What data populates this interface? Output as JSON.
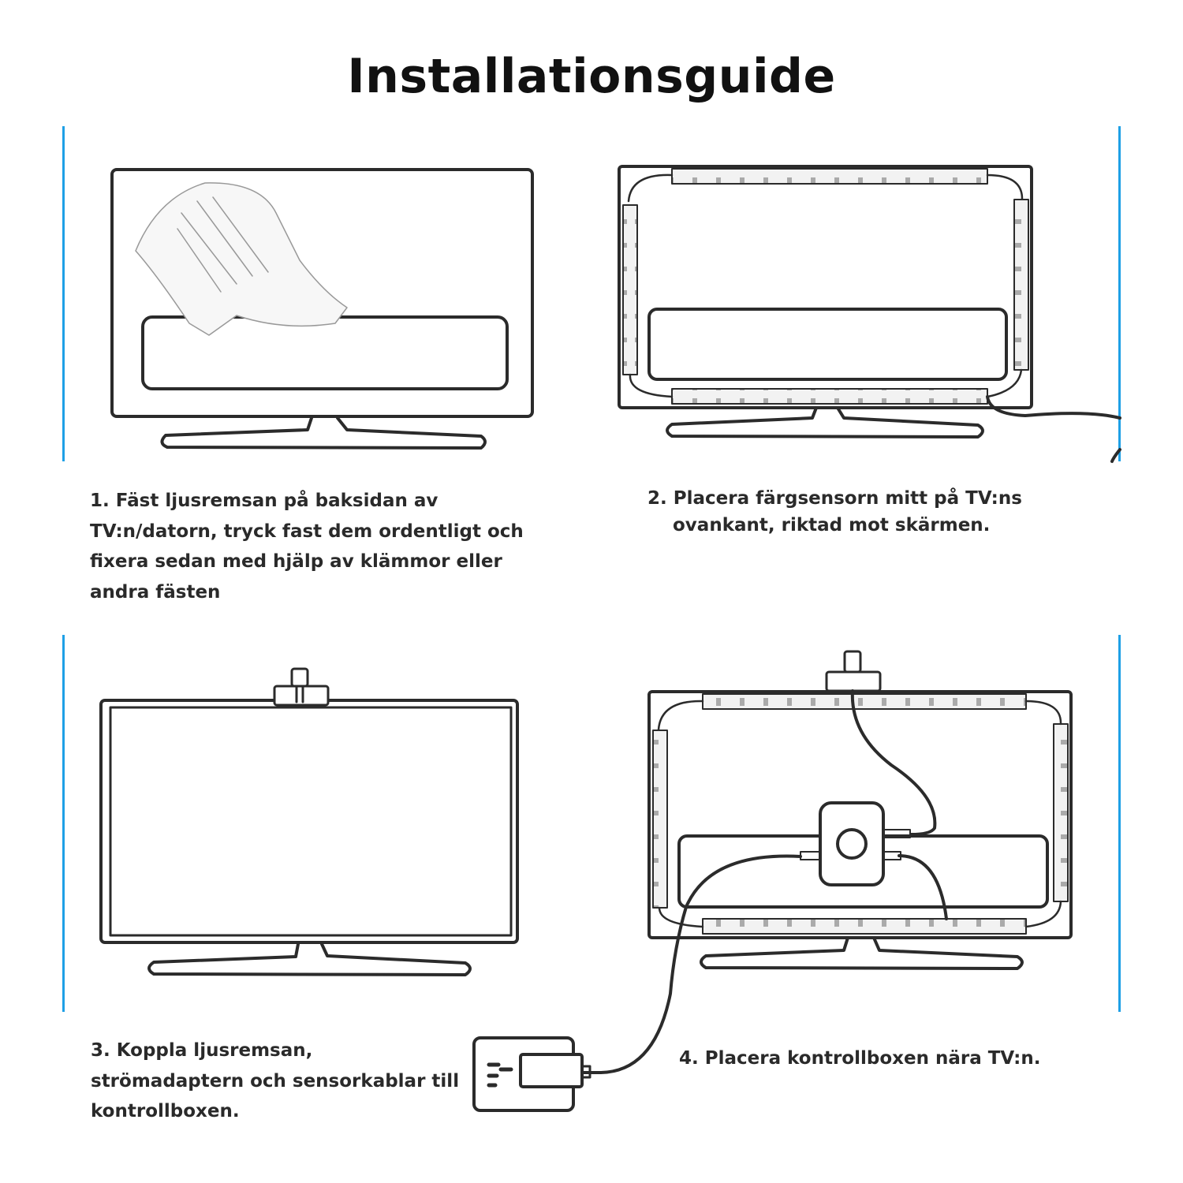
{
  "title": "Installationsguide",
  "steps": [
    {
      "text": "1. Fäst ljusremsan på baksidan av TV:n/datorn, tryck fast dem ordentligt och fixera sedan med hjälp av klämmor eller andra fästen"
    },
    {
      "line1": "2. Placera färgsensorn mitt på TV:ns",
      "line2": "ovankant, riktad mot skärmen."
    },
    {
      "text": "3. Koppla ljusremsan, strömadaptern och sensorkablar till kontrollboxen."
    },
    {
      "text": "4. Placera kontrollboxen nära TV:n."
    }
  ],
  "colors": {
    "accent": "#1ea0e6",
    "text": "#2a2a2a",
    "line": "#2b2b2b"
  }
}
